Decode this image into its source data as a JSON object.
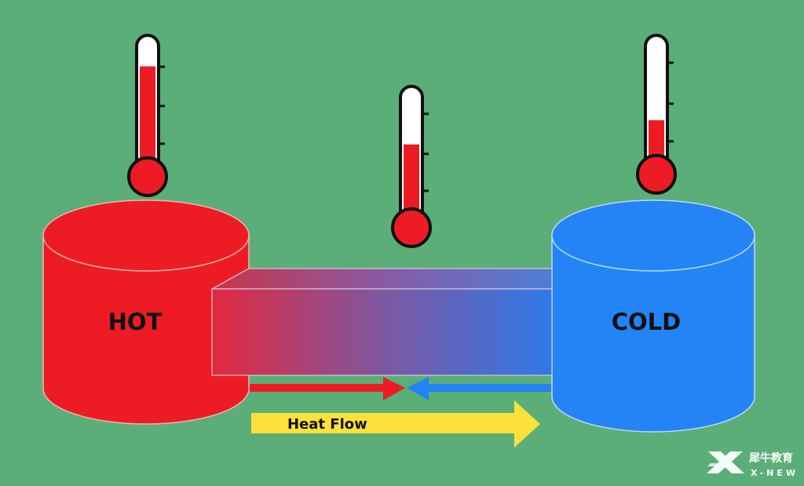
{
  "background_color": "#5bae78",
  "hot_tank": {
    "label": "HOT",
    "color": "#ed1c24",
    "temperature_fill": 0.85
  },
  "cold_tank": {
    "label": "COLD",
    "color": "#2484f5",
    "temperature_fill": 0.38
  },
  "middle_thermometer": {
    "temperature_fill": 0.62
  },
  "heat_flow": {
    "label": "Heat Flow",
    "color": "#fbe13a"
  },
  "logo": {
    "name": "犀牛教育",
    "sub": "X-NEW",
    "color": "#ffffff"
  }
}
